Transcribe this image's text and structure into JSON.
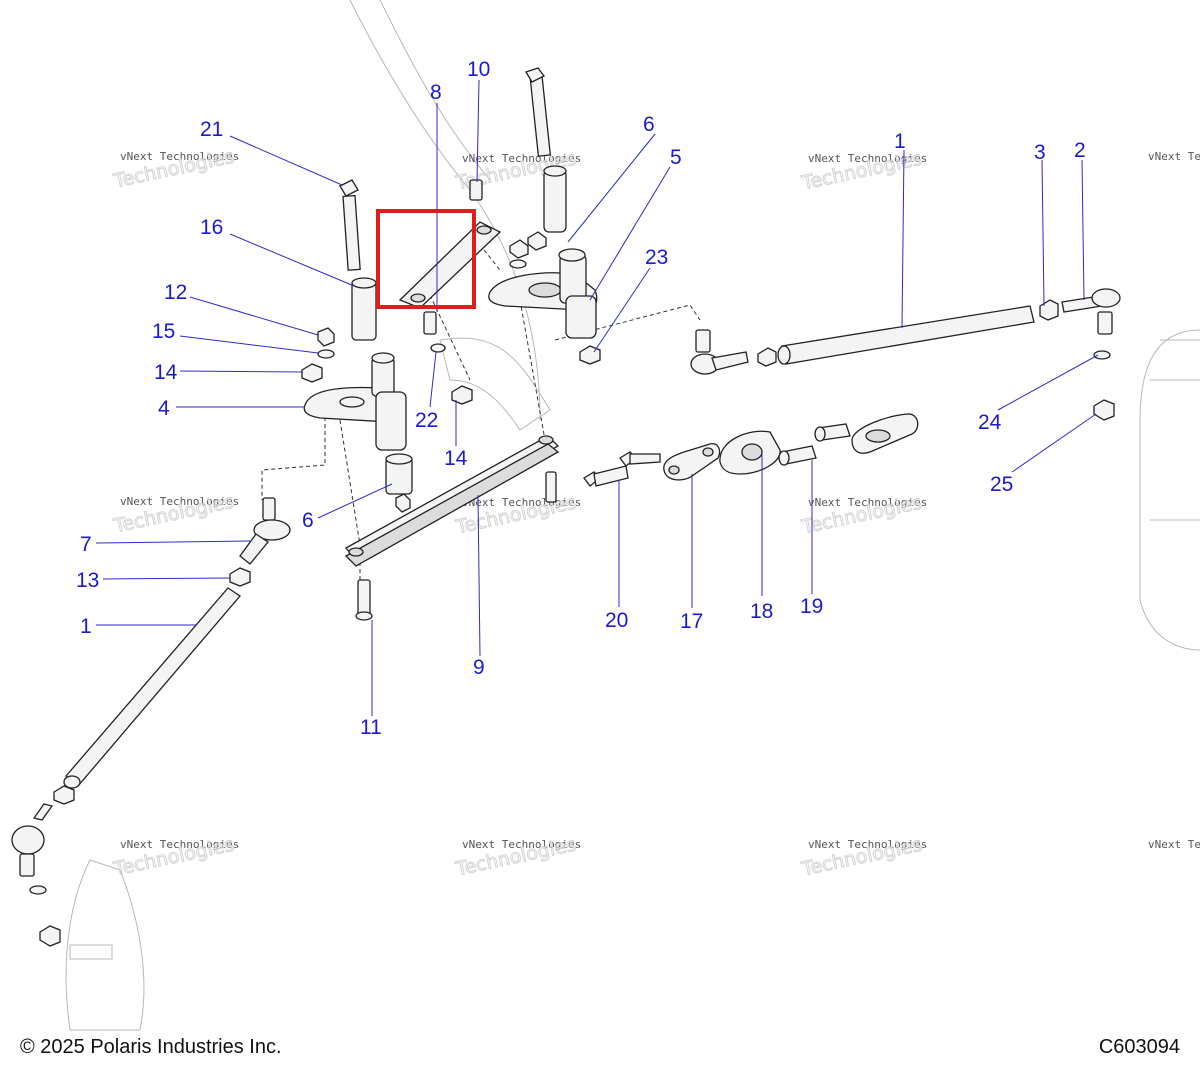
{
  "footer": {
    "copyright": "© 2025 Polaris Industries Inc.",
    "drawing_id": "C603094"
  },
  "watermark": {
    "line1": "vNext Technologies",
    "line2": "vNext",
    "line3": "Technologies"
  },
  "callouts": [
    "1",
    "1",
    "2",
    "3",
    "4",
    "5",
    "6",
    "6",
    "7",
    "8",
    "9",
    "10",
    "11",
    "12",
    "13",
    "14",
    "14",
    "15",
    "16",
    "17",
    "18",
    "19",
    "20",
    "21",
    "22",
    "23",
    "24",
    "25"
  ],
  "highlight": {
    "part": "8",
    "color": "#e21c1c"
  },
  "colors": {
    "callout": "#1a1ad6",
    "line_art": "#222222"
  }
}
